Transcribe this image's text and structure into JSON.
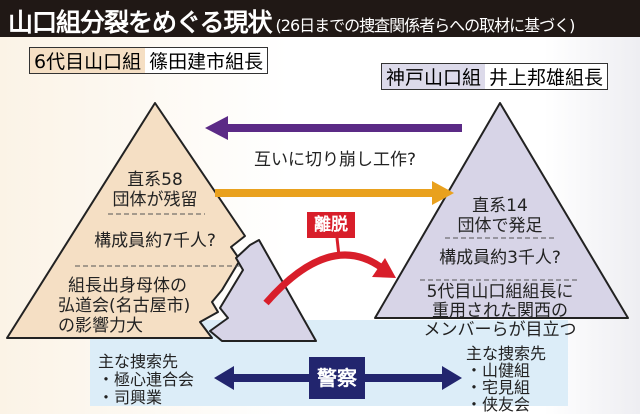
{
  "title": {
    "main": "山口組分裂をめぐる現状",
    "sub": "(26日までの捜査関係者らへの取材に基づく)"
  },
  "left": {
    "org": "6代目山口組",
    "boss": "篠田建市組長",
    "tier1": [
      "直系58",
      "団体が残留"
    ],
    "tier2": "構成員約7千人?",
    "tier3": [
      "組長出身母体の",
      "弘道会(名古屋市)",
      "の影響力大"
    ]
  },
  "right": {
    "org": "神戸山口組",
    "boss": "井上邦雄組長",
    "tier1": [
      "直系14",
      "団体で発足"
    ],
    "tier2": "構成員約3千人?",
    "tier3": [
      "5代目山口組組長に",
      "重用された関西の",
      "メンバーらが目立つ"
    ]
  },
  "middle": {
    "mutual": "互いに切り崩し工作?",
    "defection": "離脱"
  },
  "police": {
    "label": "警察",
    "left_heading": "主な捜索先",
    "left_items": [
      "・極心連合会",
      "・司興業"
    ],
    "right_heading": "主な捜索先",
    "right_items": [
      "・山健組",
      "・宅見組",
      "・侠友会"
    ]
  },
  "colors": {
    "purple": "#5b2a86",
    "orange": "#e9a11e",
    "red": "#d81e2a",
    "navy": "#22256e",
    "peach": "#f5dfc4",
    "lavender": "#d7d4e7",
    "lightblue": "#dcedf8"
  }
}
